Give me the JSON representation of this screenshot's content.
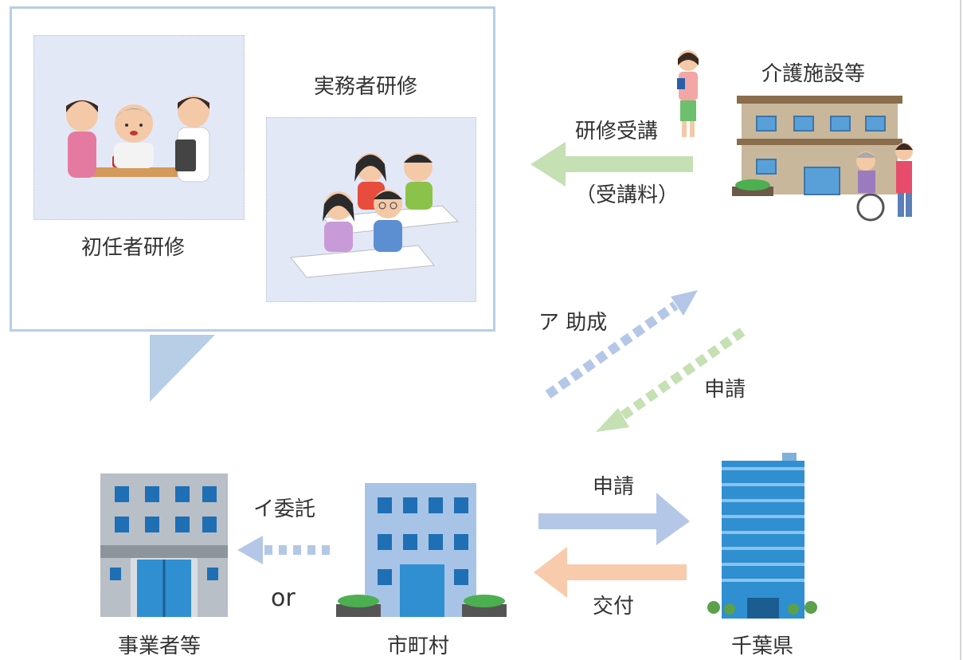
{
  "training": {
    "shoninsha_label": "初任者研修",
    "jitsumusha_label": "実務者研修"
  },
  "care_facility": {
    "label": "介護施設等",
    "attend_label": "研修受講",
    "fee_label": "（受講料）"
  },
  "flows": {
    "subsidy_label": "ア 助成",
    "facility_apply_label": "申請",
    "commission_label": "イ委託",
    "or_label": "or",
    "pref_apply_label": "申請",
    "grant_label": "交付"
  },
  "entities": {
    "business_label": "事業者等",
    "municipality_label": "市町村",
    "prefecture_label": "千葉県"
  },
  "colors": {
    "green_arrow": "#c5e0b3",
    "blue_arrow": "#b4c7e7",
    "orange_arrow": "#f8cbad",
    "box_border": "#b8cde6",
    "panel_fill": "#e3e8f7"
  }
}
